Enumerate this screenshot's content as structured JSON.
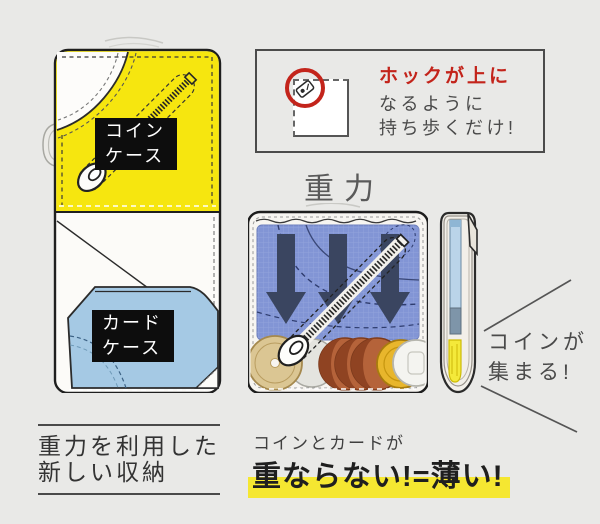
{
  "left_wallet": {
    "coin_label": {
      "line1": "コイン",
      "line2": "ケース"
    },
    "card_label": {
      "line1": "カード",
      "line2": "ケース"
    }
  },
  "instruction_box": {
    "line1": "ホックが上に",
    "line2": "なるように",
    "line3": "持ち歩くだけ!"
  },
  "gravity_label": "重力",
  "coin_gather": {
    "line1": "コインが",
    "line2": "集まる!"
  },
  "caption_left": {
    "line1": "重力を利用した",
    "line2": "新しい収納"
  },
  "caption_right": {
    "line1": "コインとカードが",
    "line2_part1": "重ならない!=",
    "line2_part2": "薄い!"
  },
  "colors": {
    "background": "#e9e9e7",
    "coin_case_yellow": "#f6e60f",
    "card_case_blue": "#a5c9e4",
    "gravity_panel_blue": "#8295d5",
    "arrow_navy": "#3a4560",
    "accent_red": "#c3241b",
    "highlight_yellow": "#f5e731",
    "label_black": "#0d0d0d"
  }
}
